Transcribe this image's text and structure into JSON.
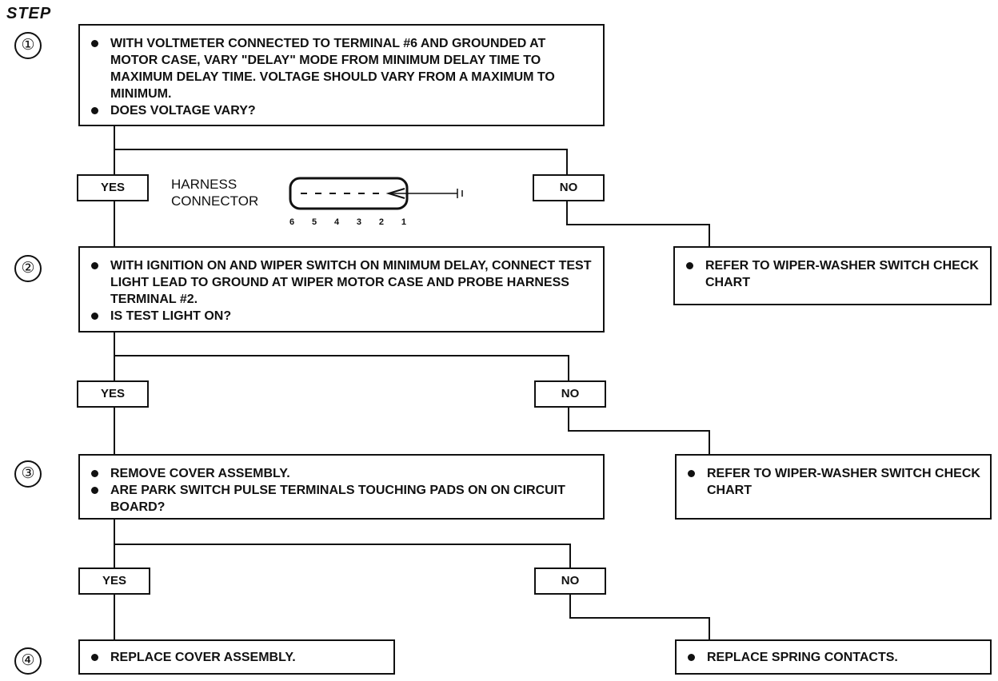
{
  "header": {
    "title": "STEP"
  },
  "steps": [
    {
      "number": "①"
    },
    {
      "number": "②"
    },
    {
      "number": "③"
    },
    {
      "number": "④"
    }
  ],
  "step1": {
    "items": [
      "WITH VOLTMETER CONNECTED TO TERMINAL #6 AND GROUNDED AT MOTOR CASE, VARY \"DELAY\" MODE FROM MINIMUM DELAY TIME TO MAXIMUM DELAY TIME. VOLTAGE SHOULD VARY FROM A MAXIMUM TO MINIMUM.",
      "DOES VOLTAGE VARY?"
    ]
  },
  "step2": {
    "items": [
      "WITH IGNITION ON AND WIPER SWITCH ON MINIMUM DELAY, CONNECT TEST LIGHT LEAD TO GROUND AT WIPER MOTOR CASE AND PROBE HARNESS TERMINAL #2.",
      "IS TEST LIGHT ON?"
    ]
  },
  "step3": {
    "items": [
      "REMOVE COVER ASSEMBLY.",
      "ARE PARK SWITCH PULSE TERMINALS TOUCHING PADS ON ON CIRCUIT BOARD?"
    ]
  },
  "step4": {
    "items": [
      "REPLACE COVER ASSEMBLY."
    ]
  },
  "no_results": {
    "r1": "REFER TO WIPER-WASHER SWITCH CHECK CHART",
    "r2": "REFER TO WIPER-WASHER SWITCH CHECK CHART",
    "r3": "REPLACE SPRING CONTACTS."
  },
  "labels": {
    "yes": "YES",
    "no": "NO"
  },
  "harness": {
    "line1": "HARNESS",
    "line2": "CONNECTOR",
    "terminals": [
      "6",
      "5",
      "4",
      "3",
      "2",
      "1"
    ]
  }
}
